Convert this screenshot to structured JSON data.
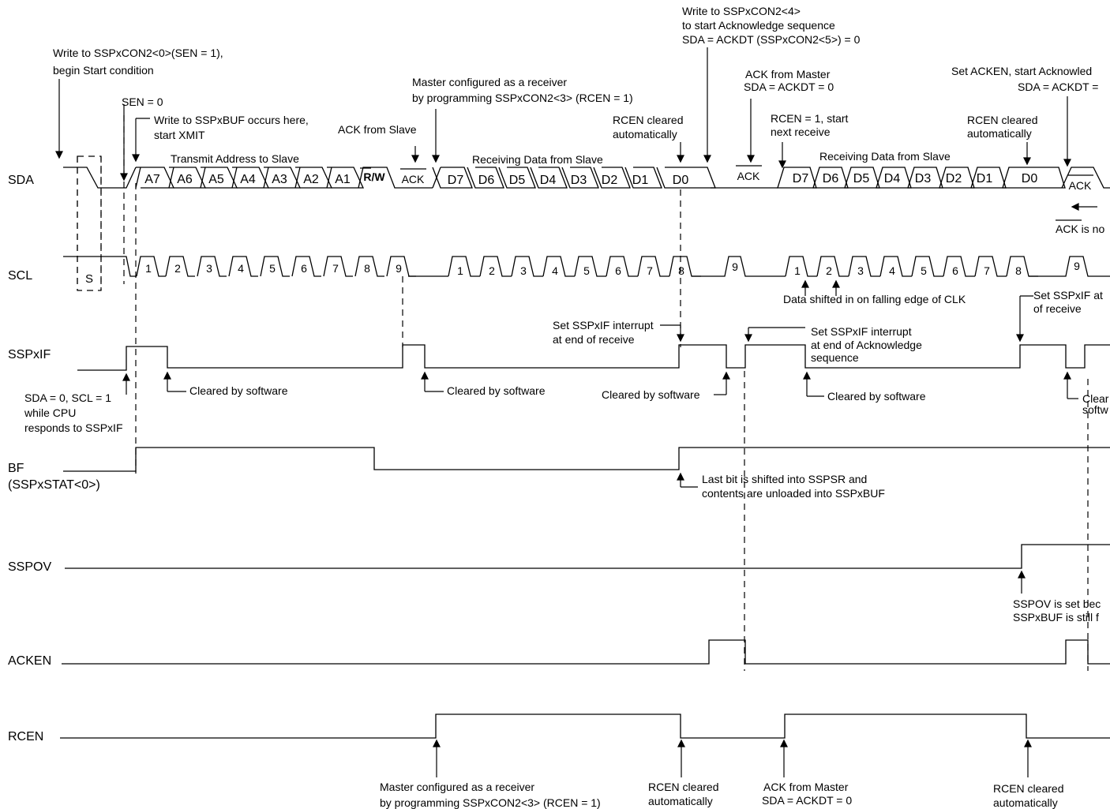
{
  "signals": {
    "sda": "SDA",
    "scl": "SCL",
    "sspxif": "SSPxIF",
    "bf": "BF",
    "bf_sub": "(SSPxSTAT<0>)",
    "sspov": "SSPOV",
    "acken": "ACKEN",
    "rcen": "RCEN"
  },
  "start_marker": "S",
  "bits": {
    "address": [
      "A7",
      "A6",
      "A5",
      "A4",
      "A3",
      "A2",
      "A1"
    ],
    "rw": "R/W",
    "ack": "ACK",
    "data1": [
      "D7",
      "D6",
      "D5",
      "D4",
      "D3",
      "D2",
      "D1",
      "D0"
    ],
    "data2": [
      "D7",
      "D6",
      "D5",
      "D4",
      "D3",
      "D2",
      "D1",
      "D0"
    ],
    "clock1": [
      "1",
      "2",
      "3",
      "4",
      "5",
      "6",
      "7",
      "8",
      "9"
    ],
    "clock2": [
      "1",
      "2",
      "3",
      "4",
      "5",
      "6",
      "7",
      "8"
    ],
    "clock3": [
      "9"
    ],
    "clock4": [
      "1",
      "2",
      "3",
      "4",
      "5",
      "6",
      "7",
      "8"
    ],
    "clock5": [
      "9"
    ]
  },
  "annotations": {
    "write_sen_1": "Write to SSPxCON2<0>(SEN = 1),",
    "write_sen_2": "begin Start condition",
    "sen0": "SEN = 0",
    "write_buf_1": "Write to SSPxBUF occurs here,",
    "write_buf_2": "start XMIT",
    "transmit_addr": "Transmit Address to Slave",
    "ack_from_slave": "ACK from Slave",
    "master_rx_1": "Master configured as a receiver",
    "master_rx_2": "by programming SSPxCON2<3> (RCEN = 1)",
    "receiving_1": "Receiving Data from Slave",
    "receiving_2": "Receiving Data from Slave",
    "rcen_cleared_1a": "RCEN cleared",
    "rcen_cleared_1b": "automatically",
    "write_ack_1": "Write to SSPxCON2<4>",
    "write_ack_2": "to start Acknowledge sequence",
    "write_ack_3": "SDA = ACKDT (SSPxCON2<5>) = 0",
    "ack_master_1": "ACK from Master",
    "ack_master_2": "SDA = ACKDT = 0",
    "rcen1_1": "RCEN = 1, start",
    "rcen1_2": "next receive",
    "rcen_cleared_2a": "RCEN cleared",
    "rcen_cleared_2b": "automatically",
    "set_acken_1": "Set ACKEN, start Acknowled",
    "set_acken_2": "SDA = ACKDT =",
    "ack_not_sent": "ACK is no",
    "data_shift": "Data shifted in on falling edge of CLK",
    "set_if_end_1": "Set SSPxIF at",
    "set_if_end_2": "of receive",
    "set_if_rx_1": "Set SSPxIF interrupt",
    "set_if_rx_2": "at end of receive",
    "set_if_ack_1": "Set SSPxIF interrupt",
    "set_if_ack_2": "at end of Acknowledge",
    "set_if_ack_3": "sequence",
    "cleared_sw_1": "Cleared by software",
    "cleared_sw_2": "Cleared by software",
    "cleared_sw_3": "Cleared by software",
    "cleared_sw_4": "Cleared by software",
    "cleared_sw_5a": "Clear",
    "cleared_sw_5b": "softw",
    "sda_scl_1": "SDA = 0, SCL = 1",
    "sda_scl_2": "while CPU",
    "sda_scl_3": "responds to SSPxIF",
    "last_bit_1": "Last bit is shifted into SSPSR and",
    "last_bit_2": "contents are unloaded into SSPxBUF",
    "sspov_set_1": "SSPOV is set bec",
    "sspov_set_2": "SSPxBUF is still f",
    "bottom_master_1": "Master configured as a receiver",
    "bottom_master_2": "by programming SSPxCON2<3> (RCEN = 1)",
    "bottom_rcen_1a": "RCEN cleared",
    "bottom_rcen_1b": "automatically",
    "bottom_ack_1": "ACK from Master",
    "bottom_ack_2": "SDA = ACKDT = 0",
    "bottom_rcen_2a": "RCEN cleared",
    "bottom_rcen_2b": "automatically"
  }
}
